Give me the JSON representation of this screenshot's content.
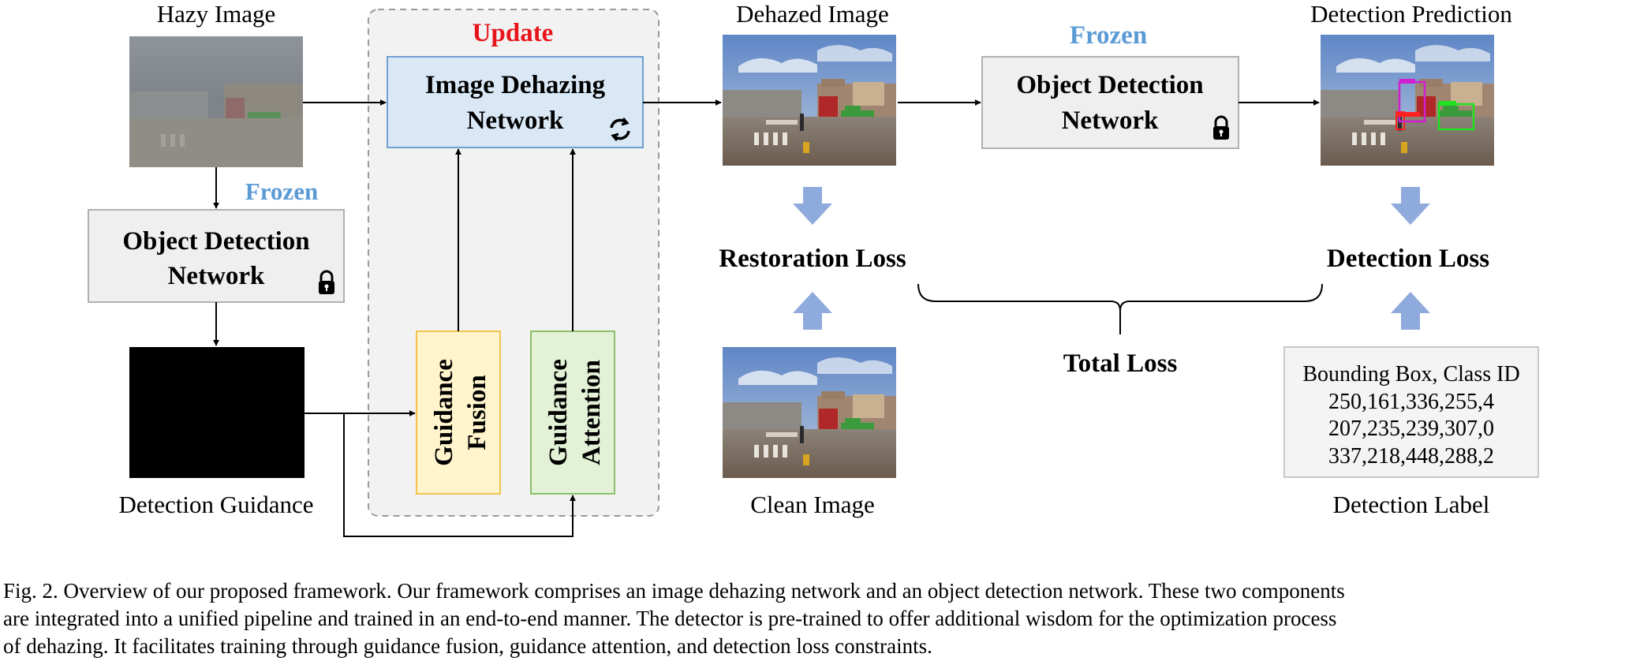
{
  "labels": {
    "hazy_image": "Hazy Image",
    "detection_guidance": "Detection Guidance",
    "dehazed_image": "Dehazed Image",
    "clean_image": "Clean Image",
    "detection_prediction": "Detection Prediction",
    "detection_label": "Detection Label",
    "restoration_loss": "Restoration Loss",
    "detection_loss": "Detection Loss",
    "total_loss": "Total Loss"
  },
  "status": {
    "update": "Update",
    "frozen_left": "Frozen",
    "frozen_right": "Frozen"
  },
  "boxes": {
    "dehazing_line1": "Image Dehazing",
    "dehazing_line2": "Network",
    "detector_left_line1": "Object Detection",
    "detector_left_line2": "Network",
    "detector_right_line1": "Object Detection",
    "detector_right_line2": "Network",
    "fusion_line1": "Guidance",
    "fusion_line2": "Fusion",
    "attention_line1": "Guidance",
    "attention_line2": "Attention"
  },
  "detection_label_box": {
    "header": "Bounding Box, Class ID",
    "rows": [
      "250,161,336,255,4",
      "207,235,239,307,0",
      "337,218,448,288,2"
    ]
  },
  "caption": {
    "lines": [
      "Fig. 2.  Overview of our proposed framework. Our framework comprises an image dehazing network and an object detection network. These two components",
      "are integrated into a unified pipeline and trained in an end-to-end manner. The detector is pre-trained to offer additional wisdom for the optimization process",
      "of dehazing. It facilitates training through guidance fusion, guidance attention, and detection loss constraints."
    ]
  },
  "colors": {
    "update_red": "#e8141c",
    "frozen_blue": "#5b9bd5",
    "dehazing_fill": "#dae8f6",
    "dehazing_stroke": "#6fa0cf",
    "fusion_fill": "#fff4cc",
    "fusion_stroke": "#f0c44c",
    "attention_fill": "#e3f1d6",
    "attention_stroke": "#8cc068",
    "detector_fill": "#efefef",
    "down_arrow": "#8faadc"
  },
  "icons": {
    "refresh": "refresh-icon",
    "lock": "lock-icon"
  }
}
